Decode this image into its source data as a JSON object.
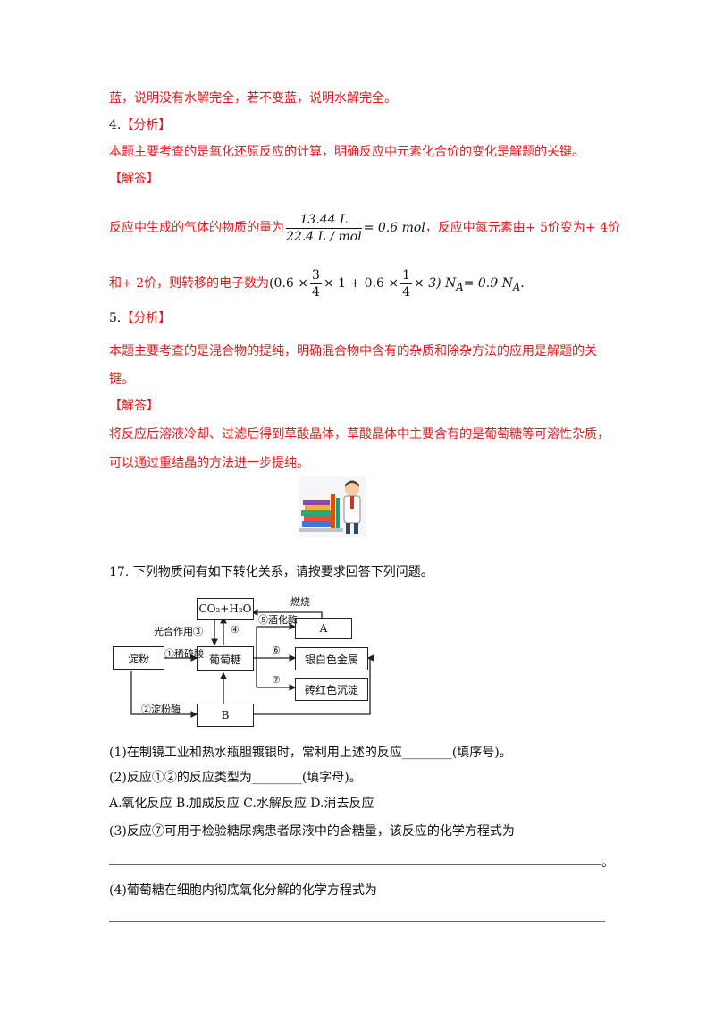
{
  "answer_block": {
    "line1": "蓝，说明没有水解完全，若不变蓝，说明水解完全。",
    "q4_number": "4.",
    "q4_analysis_tag": "【分析】",
    "q4_analysis_text": "本题主要考查的是氧化还原反应的计算，明确反应中元素化合价的变化是解题的关键。",
    "q4_answer_tag": "【解答】",
    "q4_line1_prefix": "反应中生成的气体的物质的量为",
    "q4_frac_num": "13.44 L",
    "q4_frac_den": "22.4 L / mol",
    "q4_line1_eq": "= 0.6 mol",
    "q4_line1_suffix": "，反应中氮元素由+ 5价变为+ 4价",
    "q4_line2_prefix": "和+ 2价，则转移的电子数为",
    "q4_paren_open": "(0.6 ×",
    "q4_f1_num": "3",
    "q4_f1_den": "4",
    "q4_mid": "× 1 + 0.6 ×",
    "q4_f2_num": "1",
    "q4_f2_den": "4",
    "q4_paren_close": "× 3) N",
    "q4_sub_a": "A",
    "q4_eq2": "= 0.9 N",
    "q4_end": ".",
    "q5_number": "5.",
    "q5_analysis_tag": "【分析】",
    "q5_analysis_text1": "本题主要考查的是混合物的提纯，明确混合物中含有的杂质和除杂方法的应用是解题的关",
    "q5_analysis_text2": "键。",
    "q5_answer_tag": "【解答】",
    "q5_answer_text1": "将反应后溶液冷却、过滤后得到草酸晶体，草酸晶体中主要含有的是葡萄糖等可溶性杂质，",
    "q5_answer_text2": "可以通过重结晶的方法进一步提纯。"
  },
  "question17": {
    "title": "17. 下列物质间有如下转化关系，请按要求回答下列问题。",
    "diagram": {
      "box_co2": "CO₂+H₂O",
      "box_a": "A",
      "box_starch": "淀粉",
      "box_glucose": "葡萄糖",
      "box_silver": "银白色金属",
      "box_brick": "砖红色沉淀",
      "box_b": "B",
      "lbl_burn": "燃烧",
      "lbl_photo": "光合作用③",
      "lbl_4": "④",
      "lbl_5": "⑤酒化酶",
      "lbl_6": "⑥",
      "lbl_7": "⑦",
      "lbl_1": "①稀硫酸",
      "lbl_2": "②淀粉酶"
    },
    "q1": "(1)在制镜工业和热水瓶胆镀银时，常利用上述的反应________(填序号)。",
    "q2": "(2)反应①②的反应类型为________(填字母)。",
    "options": "A.氧化反应  B.加成反应  C.水解反应  D.消去反应",
    "q3": "(3)反应⑦可用于检验糖尿病患者尿液中的含糖量，该反应的化学方程式为",
    "q3_end": "。",
    "q4": "(4)葡萄糖在细胞内彻底氧化分解的化学方程式为"
  }
}
